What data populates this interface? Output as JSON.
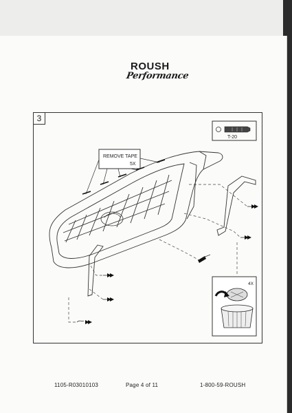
{
  "header": {
    "brand": "ROUSH",
    "sub_brand": "Performance"
  },
  "step": {
    "number": "3",
    "callout_text": "REMOVE TAPE",
    "callout_count": "5X",
    "tool_label": "T-20",
    "detail_count": "4X"
  },
  "footer": {
    "part_number": "1105-R03010103",
    "page": "Page 4 of 11",
    "phone": "1-800-59-ROUSH"
  }
}
